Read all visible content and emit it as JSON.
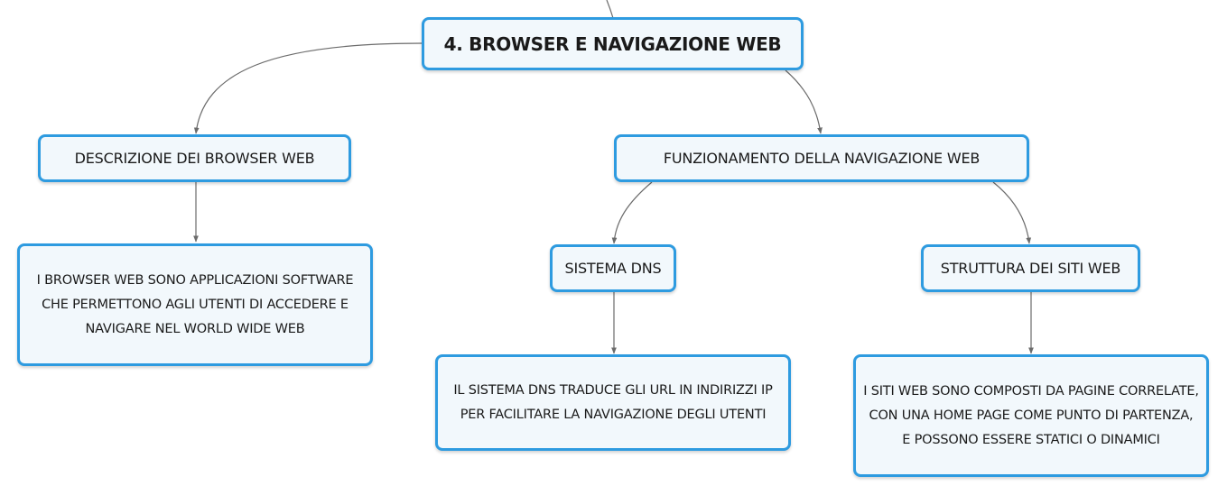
{
  "nodes": {
    "root": "4. BROWSER E NAVIGAZIONE WEB",
    "desc": "DESCRIZIONE DEI BROWSER WEB",
    "func": "FUNZIONAMENTO DELLA NAVIGAZIONE WEB",
    "dns": "SISTEMA DNS",
    "struct": "STRUTTURA DEI SITI WEB",
    "desc_text": "I BROWSER WEB SONO APPLICAZIONI SOFTWARE CHE PERMETTONO AGLI UTENTI DI ACCEDERE E NAVIGARE NEL WORLD WIDE WEB",
    "dns_text": "IL SISTEMA DNS TRADUCE GLI URL IN INDIRIZZI IP PER FACILITARE LA NAVIGAZIONE DEGLI UTENTI",
    "struct_text": "I SITI WEB SONO COMPOSTI DA PAGINE CORRELATE, CON UNA HOME PAGE COME PUNTO DI PARTENZA, E POSSONO ESSERE STATICI O DINAMICI"
  },
  "colors": {
    "border": "#2e9be0",
    "fill": "#f2f8fc",
    "connector": "#6b6b6b",
    "text": "#1a1a1a"
  }
}
